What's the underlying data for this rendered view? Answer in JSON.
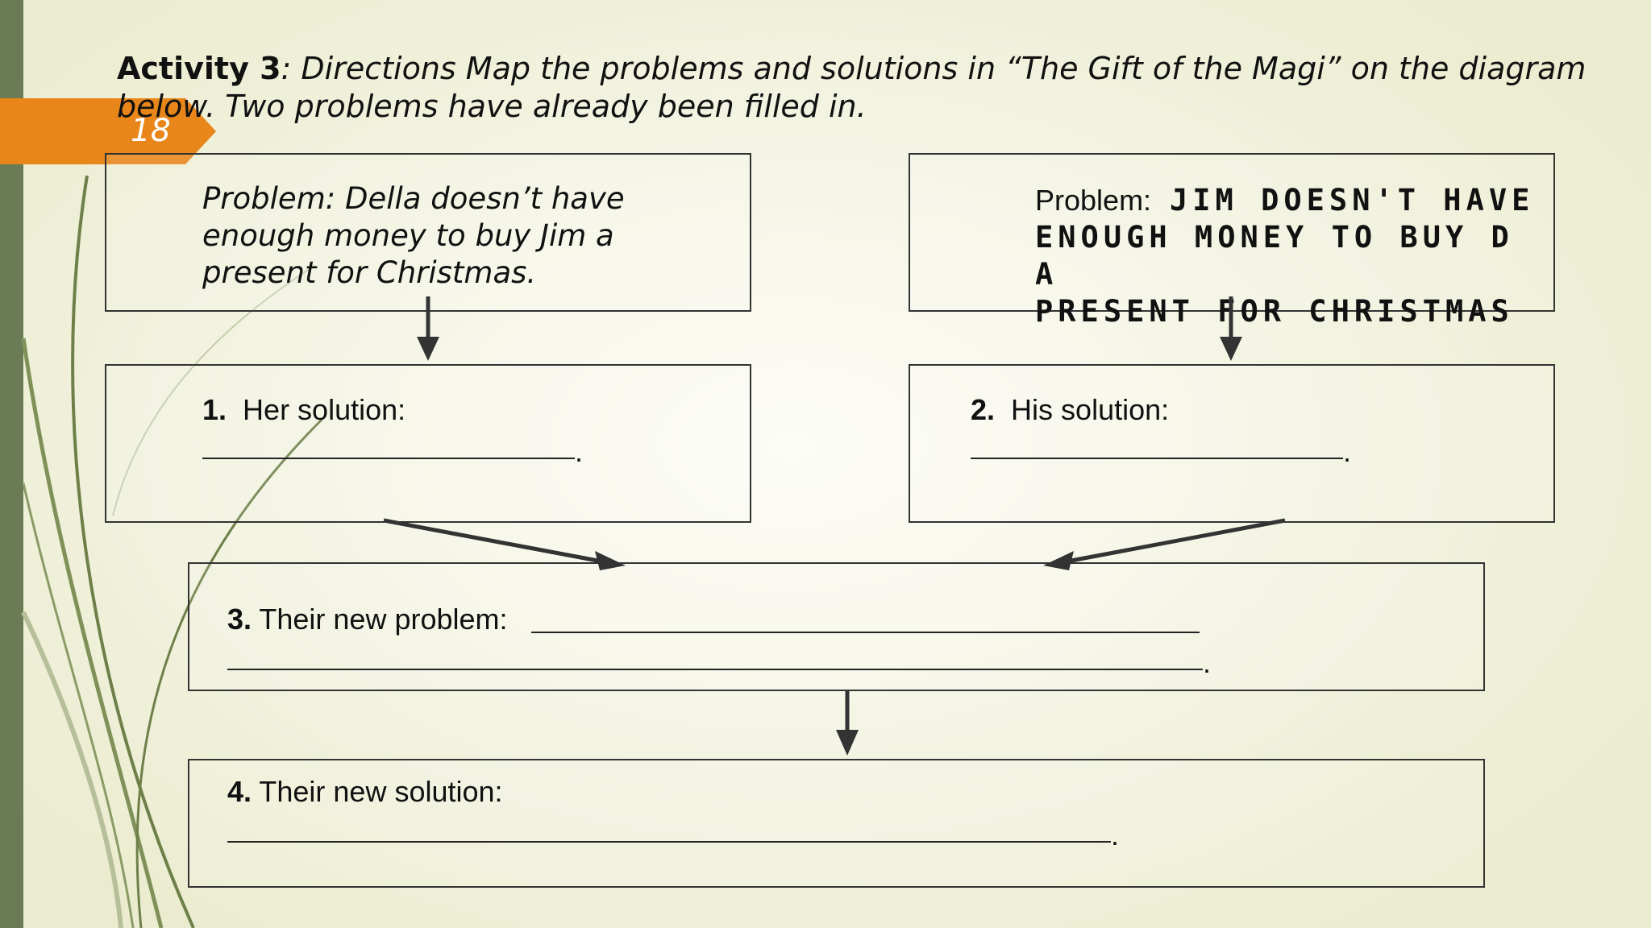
{
  "slide": {
    "number": "18"
  },
  "header": {
    "activity": "Activity 3",
    "colon": ":",
    "directions": " Directions Map the problems and solutions in “The Gift of the Magi” on the diagram below. Two problems have already been filled in."
  },
  "problem1": {
    "text": "Problem: Della doesn’t have enough money to buy Jim a present for Christmas."
  },
  "problem2": {
    "label": "Problem:",
    "line1": "Jim doesn't have",
    "line2": "enough money to buy D",
    "line3": "a",
    "line4": "present for Christmas"
  },
  "step1": {
    "num": "1.",
    "label": "Her solution:"
  },
  "step2": {
    "num": "2.",
    "label": "His solution:"
  },
  "step3": {
    "num": "3.",
    "label": "Their new problem:"
  },
  "step4": {
    "num": "4.",
    "label": "Their new solution:"
  },
  "punct": {
    "period": "."
  },
  "colors": {
    "tab": "#e8861a",
    "bar": "#6a7b55",
    "arrow": "#333333"
  }
}
